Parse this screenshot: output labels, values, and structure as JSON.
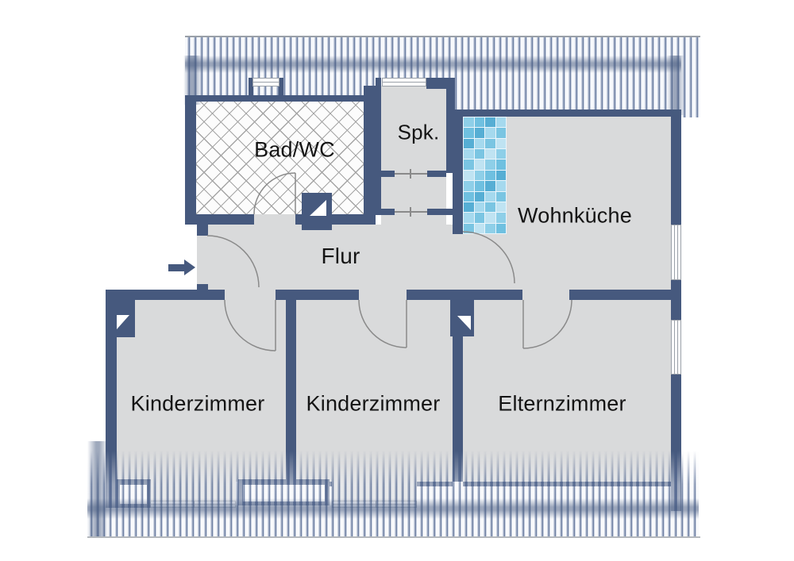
{
  "plan": {
    "type": "apartment-floor-plan",
    "rooms": {
      "badwc": {
        "label": "Bad/WC"
      },
      "spk": {
        "label": "Spk."
      },
      "wohnkueche": {
        "label": "Wohnküche"
      },
      "flur": {
        "label": "Flur"
      },
      "kinderzimmer1": {
        "label": "Kinderzimmer"
      },
      "kinderzimmer2": {
        "label": "Kinderzimmer"
      },
      "elternzimmer": {
        "label": "Elternzimmer"
      }
    },
    "symbols": {
      "entrance_arrow_direction": "right",
      "chimney_count": 3
    }
  },
  "colors": {
    "wall": "#46597e",
    "floor": "#d9dadb",
    "stripe": "#6f84aa",
    "stripe_light": "#c3cde0",
    "hatch_line": "#a5a5a5",
    "arc": "#8a8a8a",
    "window_frame": "#9aa0a8",
    "text": "#141414",
    "tiles": [
      "#bfe3f2",
      "#8ecfe8",
      "#6fc0e0",
      "#56aed4",
      "#a5d9ee",
      "#7ac5e2"
    ]
  }
}
